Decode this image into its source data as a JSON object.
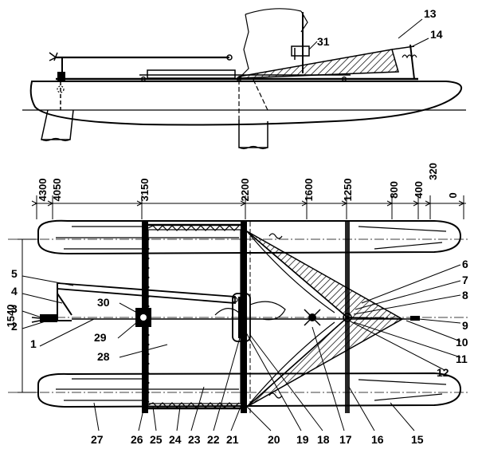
{
  "dimensions": [
    "4300",
    "4050",
    "3150",
    "2200",
    "1600",
    "1250",
    "800",
    "400",
    "320",
    "0"
  ],
  "beam_dimension": "1540",
  "side_view_labels": [
    "13",
    "14",
    "31"
  ],
  "plan_labels": {
    "left": [
      "5",
      "4",
      "3",
      "2",
      "1"
    ],
    "right": [
      "6",
      "7",
      "8",
      "9",
      "10",
      "11",
      "12"
    ],
    "inner": [
      "30",
      "29",
      "28"
    ],
    "bottom": [
      "27",
      "26",
      "25",
      "24",
      "23",
      "22",
      "21",
      "20",
      "19",
      "18",
      "17",
      "16",
      "15"
    ]
  }
}
